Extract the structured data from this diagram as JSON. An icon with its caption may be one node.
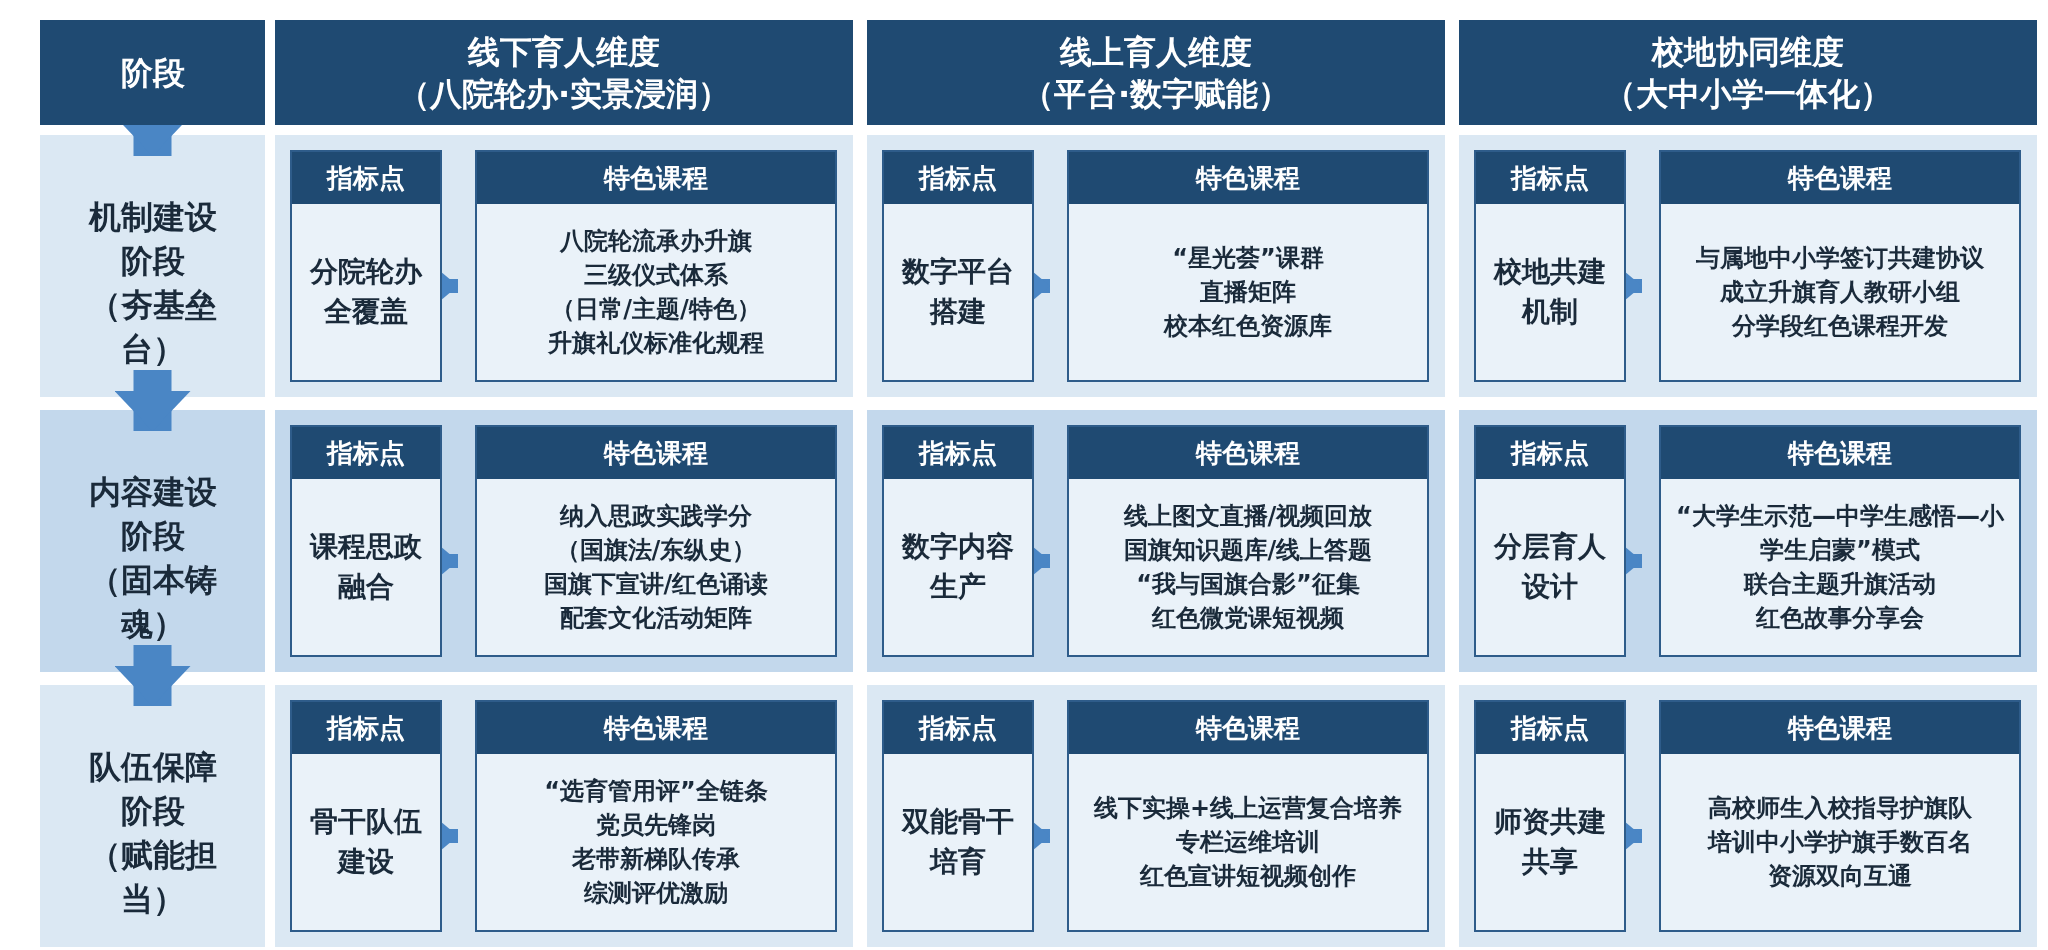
{
  "diagram": {
    "nodes": [
      {
        "text": [
          "阶段"
        ]
      },
      {
        "text": [
          "线下育人维度",
          "（八院轮办·实景浸润）"
        ]
      },
      {
        "text": [
          "线上育人维度",
          "（平台·数字赋能）"
        ]
      },
      {
        "text": [
          "校地协同维度",
          "（大中小学一体化）"
        ]
      },
      {
        "text": [
          "机制建设阶段",
          "（夯基垒台）"
        ]
      },
      {
        "text": [
          "指标点",
          "分院轮办全覆盖"
        ]
      },
      {
        "text": [
          "特色课程",
          "八院轮流承办升旗",
          "三级仪式体系",
          "（日常/主题/特色）",
          "升旗礼仪标准化规程"
        ]
      },
      {
        "text": [
          "指标点",
          "数字平台搭建"
        ]
      },
      {
        "text": [
          "特色课程",
          "“星光荟”课群",
          "直播矩阵",
          "校本红色资源库"
        ]
      },
      {
        "text": [
          "指标点",
          "校地共建机制"
        ]
      },
      {
        "text": [
          "特色课程",
          "与属地中小学签订共建协议",
          "成立升旗育人教研小组",
          "分学段红色课程开发"
        ]
      },
      {
        "text": [
          "内容建设阶段",
          "（固本铸魂）"
        ]
      },
      {
        "text": [
          "指标点",
          "课程思政融合"
        ]
      },
      {
        "text": [
          "特色课程",
          "纳入思政实践学分",
          "（国旗法/东纵史）",
          "国旗下宣讲/红色诵读",
          "配套文化活动矩阵"
        ]
      },
      {
        "text": [
          "指标点",
          "数字内容生产"
        ]
      },
      {
        "text": [
          "特色课程",
          "线上图文直播/视频回放",
          "国旗知识题库/线上答题",
          "“我与国旗合影”征集",
          "红色微党课短视频"
        ]
      },
      {
        "text": [
          "指标点",
          "分层育人设计"
        ]
      },
      {
        "text": [
          "特色课程",
          "“大学生示范—中学生感悟—小学生启蒙”模式",
          "联合主题升旗活动",
          "红色故事分享会"
        ]
      },
      {
        "text": [
          "队伍保障阶段",
          "（赋能担当）"
        ]
      },
      {
        "text": [
          "指标点",
          "骨干队伍建设"
        ]
      },
      {
        "text": [
          "特色课程",
          "“选育管用评”全链条",
          "党员先锋岗",
          "老带新梯队传承",
          "综测评优激励"
        ]
      },
      {
        "text": [
          "指标点",
          "双能骨干培育"
        ]
      },
      {
        "text": [
          "特色课程",
          "线下实操+线上运营复合培养",
          "专栏运维培训",
          "红色宣讲短视频创作"
        ]
      },
      {
        "text": [
          "指标点",
          "师资共建共享"
        ]
      },
      {
        "text": [
          "特色课程",
          "高校师生入校指导护旗队",
          "培训中小学护旗手数百名",
          "资源双向互通"
        ]
      }
    ],
    "edges": [
      {
        "from": 0,
        "to": 4,
        "arrow": "to",
        "style": "thick"
      },
      {
        "from": 4,
        "to": 11,
        "arrow": "to",
        "style": "thick"
      },
      {
        "from": 11,
        "to": 18,
        "arrow": "to",
        "style": "thick"
      },
      {
        "from": 5,
        "to": 6,
        "arrow": "to"
      },
      {
        "from": 7,
        "to": 8,
        "arrow": "to"
      },
      {
        "from": 9,
        "to": 10,
        "arrow": "to"
      },
      {
        "from": 12,
        "to": 13,
        "arrow": "to"
      },
      {
        "from": 14,
        "to": 15,
        "arrow": "to"
      },
      {
        "from": 16,
        "to": 17,
        "arrow": "to"
      },
      {
        "from": 19,
        "to": 20,
        "arrow": "to"
      },
      {
        "from": 21,
        "to": 22,
        "arrow": "to"
      },
      {
        "from": 23,
        "to": 24,
        "arrow": "to"
      }
    ]
  }
}
